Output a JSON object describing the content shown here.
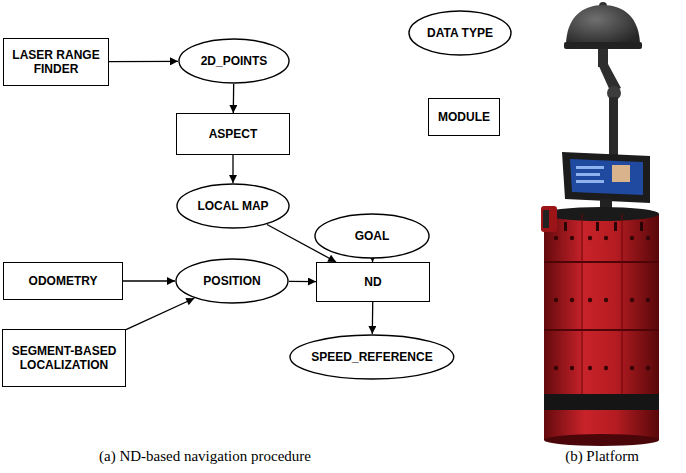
{
  "diagram": {
    "nodes": [
      {
        "text": [
          "LASER RANGE FINDER"
        ]
      },
      {
        "text": [
          "2D_POINTS"
        ]
      },
      {
        "text": [
          "DATA TYPE"
        ]
      },
      {
        "text": [
          "MODULE"
        ]
      },
      {
        "text": [
          "ASPECT"
        ]
      },
      {
        "text": [
          "LOCAL MAP"
        ]
      },
      {
        "text": [
          "GOAL"
        ]
      },
      {
        "text": [
          "ODOMETRY"
        ]
      },
      {
        "text": [
          "POSITION"
        ]
      },
      {
        "text": [
          "ND"
        ]
      },
      {
        "text": [
          "SEGMENT-BASED LOCALIZATION"
        ]
      },
      {
        "text": [
          "SPEED_REFERENCE"
        ]
      }
    ],
    "edges": [
      {
        "from": 0,
        "to": 1,
        "arrow": "to"
      },
      {
        "from": 1,
        "to": 4,
        "arrow": "to"
      },
      {
        "from": 4,
        "to": 5,
        "arrow": "to"
      },
      {
        "from": 5,
        "to": 9,
        "arrow": "to"
      },
      {
        "from": 6,
        "to": 9,
        "arrow": "to"
      },
      {
        "from": 7,
        "to": 8,
        "arrow": "to"
      },
      {
        "from": 10,
        "to": 8,
        "arrow": "to"
      },
      {
        "from": 8,
        "to": 9,
        "arrow": "to"
      },
      {
        "from": 9,
        "to": 11,
        "arrow": "to"
      }
    ],
    "labels": [
      "(a) ND-based navigation procedure",
      "(b) Platform"
    ]
  }
}
